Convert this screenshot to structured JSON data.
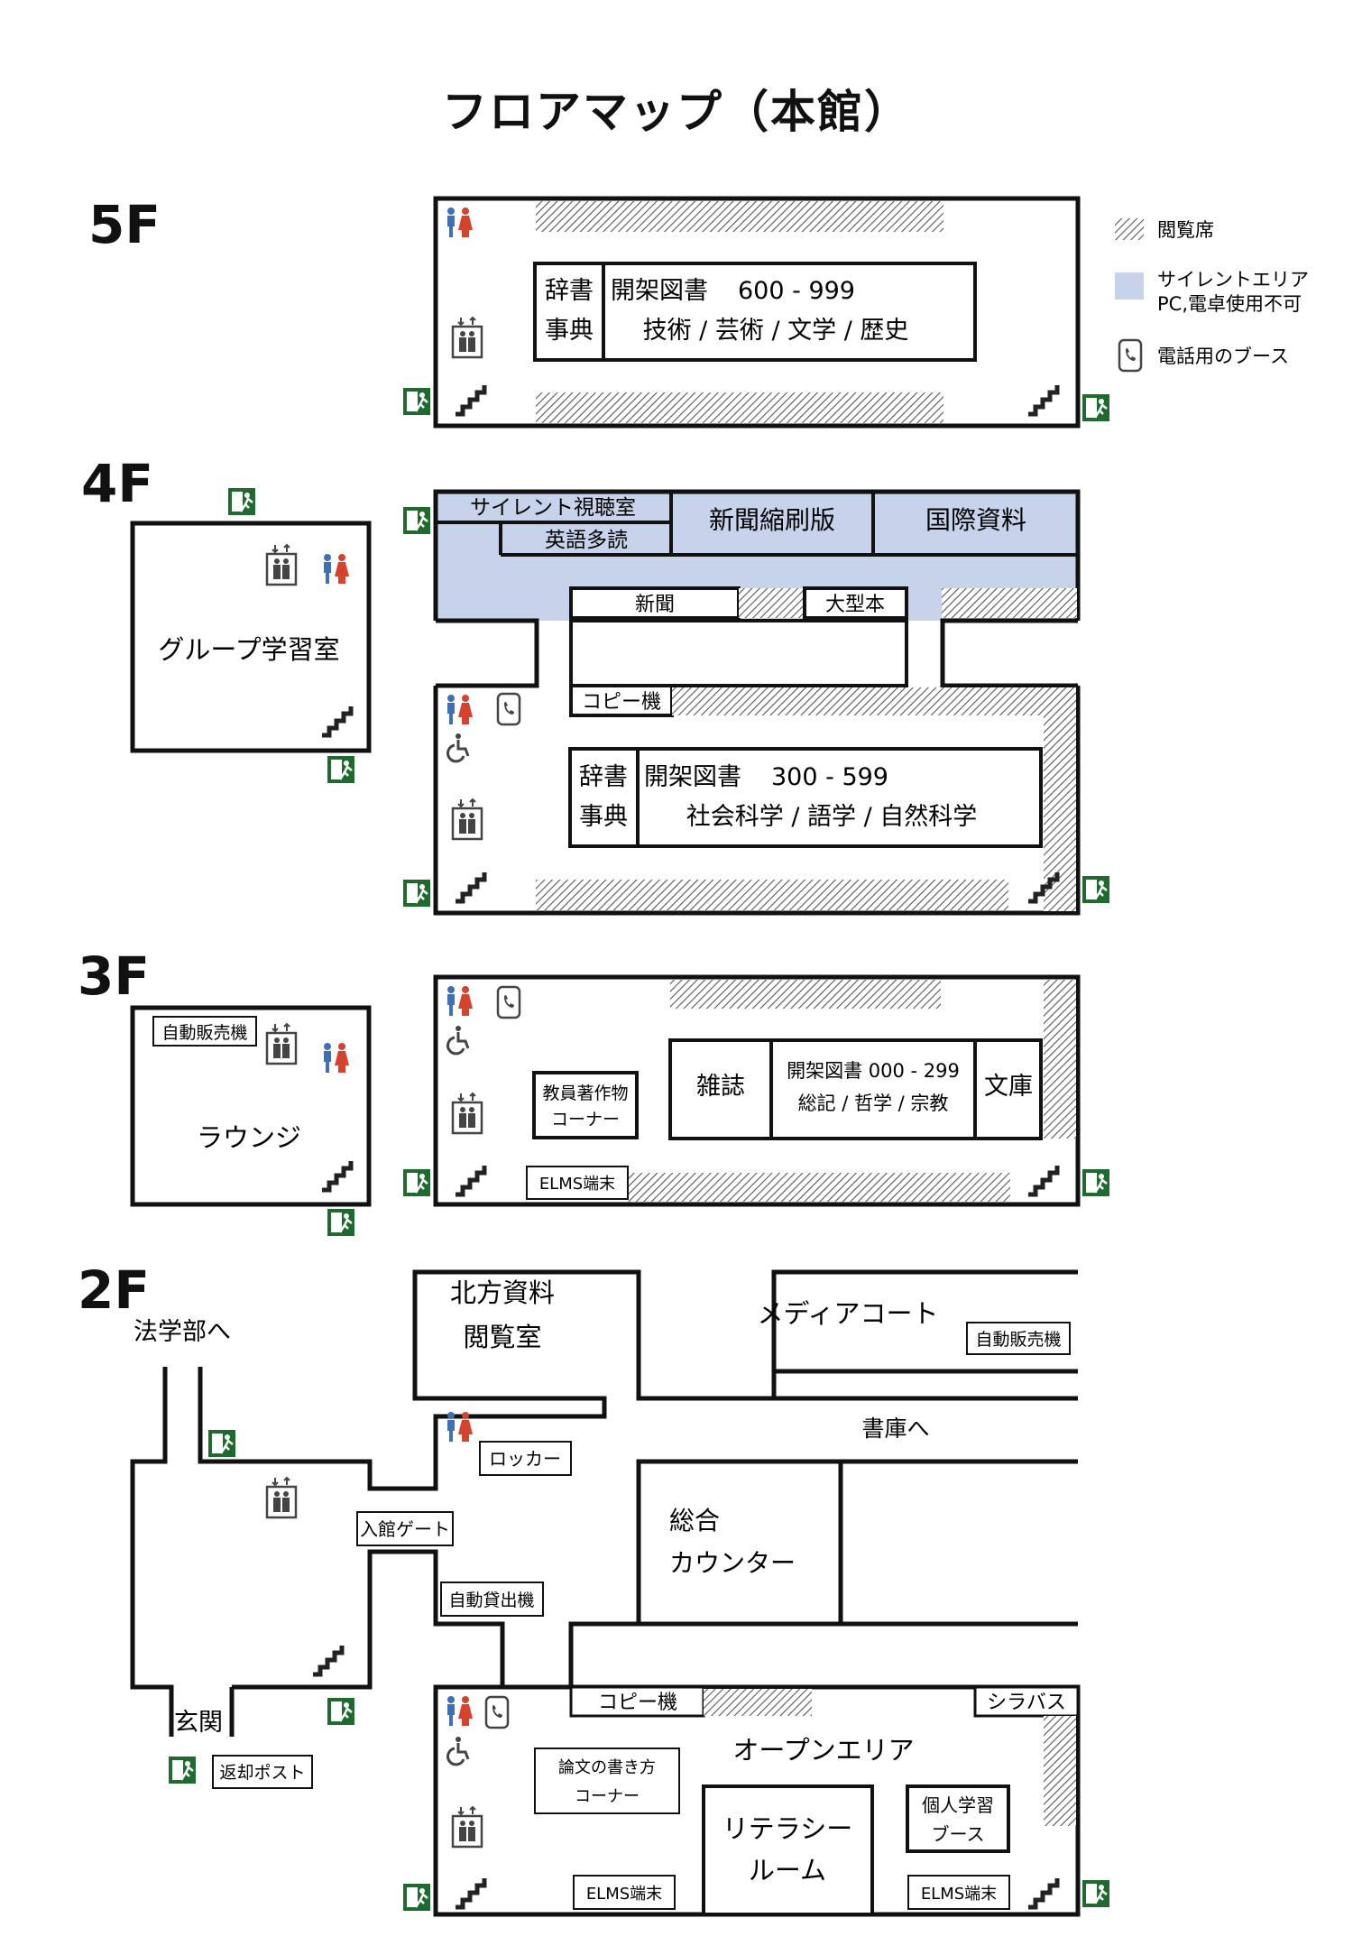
{
  "title": "フロアマップ（本館）",
  "legend": {
    "reading_seats": "閲覧席",
    "silent_area_line1": "サイレントエリア",
    "silent_area_line2": "PC,電卓使用不可",
    "phone_booth": "電話用のブース"
  },
  "colors": {
    "wall": "#111111",
    "silent_area": "#c6d3ea",
    "exit_green": "#1f6b2f",
    "male_blue": "#3f6fb5",
    "female_red": "#d5432f",
    "hatch": "#555555"
  },
  "icons": [
    "male-female-restroom-icon",
    "elevator-icon",
    "stairs-icon",
    "emergency-exit-icon",
    "phone-booth-icon",
    "wheelchair-icon"
  ],
  "floors": {
    "f5": {
      "label": "5F",
      "dict_1": "辞書",
      "dict_2": "事典",
      "stack_title": "開架図書",
      "stack_range": "600 - 999",
      "stack_subjects": "技術 / 芸術 / 文学 / 歴史"
    },
    "f4": {
      "label": "4F",
      "group_study": "グループ学習室",
      "silent_av": "サイレント視聴室",
      "english": "英語多読",
      "newspaper_reduced": "新聞縮刷版",
      "international": "国際資料",
      "newspaper": "新聞",
      "large_books": "大型本",
      "copier": "コピー機",
      "dict_1": "辞書",
      "dict_2": "事典",
      "stack_title": "開架図書",
      "stack_range": "300 - 599",
      "stack_subjects": "社会科学 / 語学 / 自然科学"
    },
    "f3": {
      "label": "3F",
      "vending": "自動販売機",
      "lounge": "ラウンジ",
      "faculty_1": "教員著作物",
      "faculty_2": "コーナー",
      "magazines": "雑誌",
      "stack_title": "開架図書 000 - 299",
      "stack_subjects": "総記 / 哲学 / 宗教",
      "bunko": "文庫",
      "elms": "ELMS端末"
    },
    "f2": {
      "label": "2F",
      "to_law": "法学部へ",
      "northern_1": "北方資料",
      "northern_2": "閲覧室",
      "media_court": "メディアコート",
      "vending": "自動販売機",
      "to_stacks": "書庫へ",
      "locker": "ロッカー",
      "gate": "入館ゲート",
      "general_1": "総合",
      "general_2": "カウンター",
      "self_checkout": "自動貸出機",
      "entrance": "玄関",
      "return_post": "返却ポスト",
      "copier": "コピー機",
      "syllabus": "シラバス",
      "open_area": "オープンエリア",
      "thesis_1": "論文の書き方",
      "thesis_2": "コーナー",
      "literacy_1": "リテラシー",
      "literacy_2": "ルーム",
      "booth_1": "個人学習",
      "booth_2": "ブース",
      "elms_1": "ELMS端末",
      "elms_2": "ELMS端末"
    }
  }
}
